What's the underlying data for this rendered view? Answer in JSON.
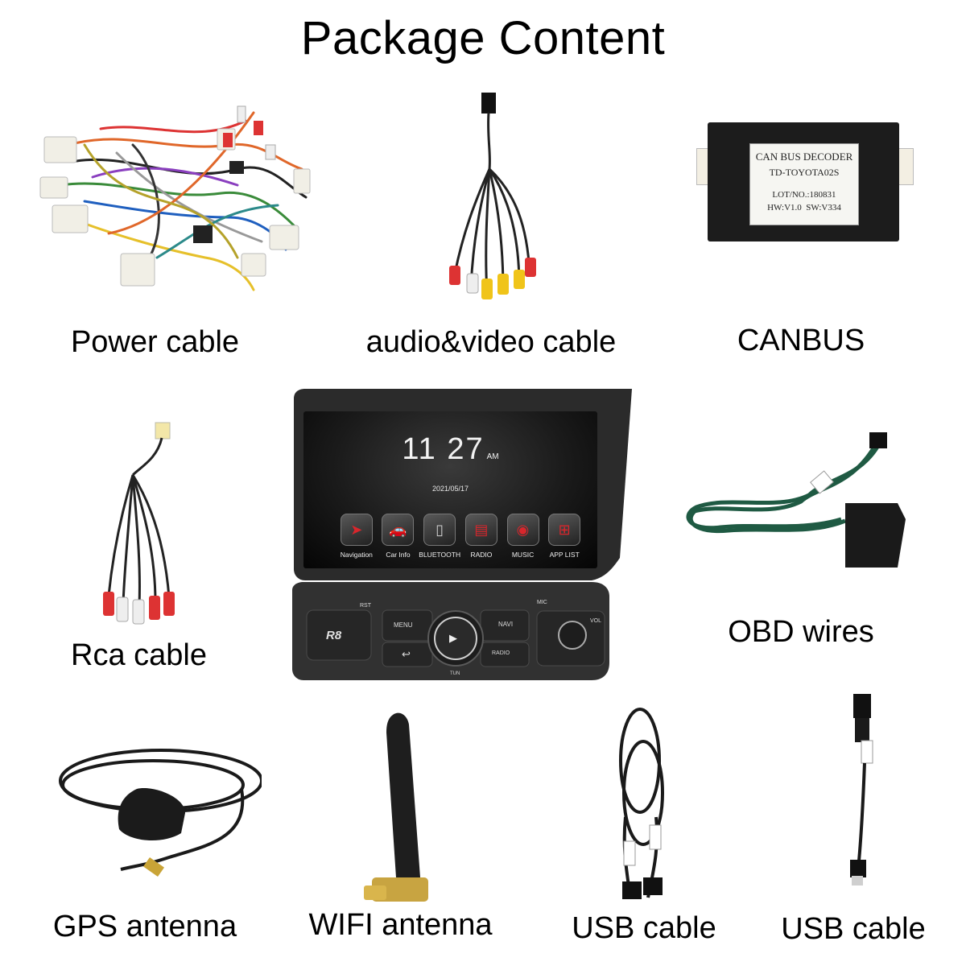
{
  "title": "Package Content",
  "items": {
    "power_cable": "Power cable",
    "av_cable": "audio&video cable",
    "canbus": "CANBUS",
    "rca_cable": "Rca cable",
    "obd_wires": "OBD wires",
    "gps_antenna": "GPS antenna",
    "wifi_antenna": "WIFI antenna",
    "usb_cable_1": "USB cable",
    "usb_cable_2": "USB cable"
  },
  "canbus_label": {
    "line1": "CAN BUS DECODER",
    "line2": "TD-TOYOTA02S",
    "line3": "LOT/NO.:180831",
    "line4": "HW:V1.0  SW:V334"
  },
  "head_unit": {
    "time": "11 27",
    "ampm": "AM",
    "date": "2021/05/17",
    "apps": [
      {
        "label": "Navigation",
        "icon": "navigation-icon",
        "color": "#d8262c"
      },
      {
        "label": "Car Info",
        "icon": "car-info-icon",
        "color": "#d8262c"
      },
      {
        "label": "BLUETOOTH",
        "icon": "bluetooth-phone-icon",
        "color": "#cfcfcf"
      },
      {
        "label": "RADIO",
        "icon": "radio-icon",
        "color": "#d8262c"
      },
      {
        "label": "MUSIC",
        "icon": "music-disc-icon",
        "color": "#d8262c"
      },
      {
        "label": "APP LIST",
        "icon": "app-grid-icon",
        "color": "#d8262c"
      }
    ],
    "controls": {
      "rst": "RST",
      "mic": "MIC",
      "menu": "MENU",
      "navi": "NAVI",
      "radio": "RADIO",
      "vol": "VOL",
      "tun": "TUN",
      "logo": "R8"
    }
  }
}
